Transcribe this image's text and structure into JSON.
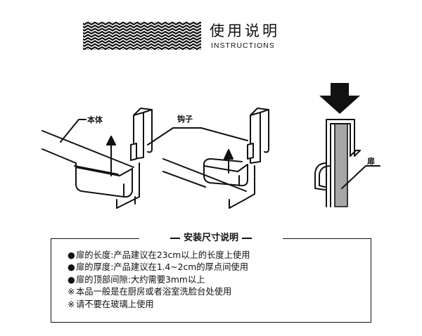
{
  "header": {
    "title": "使用说明",
    "subtitle": "INSTRUCTIONS"
  },
  "diagram": {
    "body_label": "本体",
    "hook_label": "钩子",
    "door_label": "扉"
  },
  "install": {
    "title": "安装尺寸说明",
    "lines": [
      {
        "bullet": "●",
        "text": "扉的长度:产品建议在23cm以上的长度上使用"
      },
      {
        "bullet": "●",
        "text": "扉的厚度:产品建议在1.4~2cm的厚点间使用"
      },
      {
        "bullet": "●",
        "text": "扉的顶部间隙:大约需要3mm以上"
      },
      {
        "bullet": "※",
        "text": "本品一般是在厨房或者浴室洗脸台处使用"
      },
      {
        "bullet": "※",
        "text": "请不要在玻璃上使用"
      }
    ]
  },
  "colors": {
    "ink": "#111111",
    "door_fill": "#a6a6a6"
  }
}
